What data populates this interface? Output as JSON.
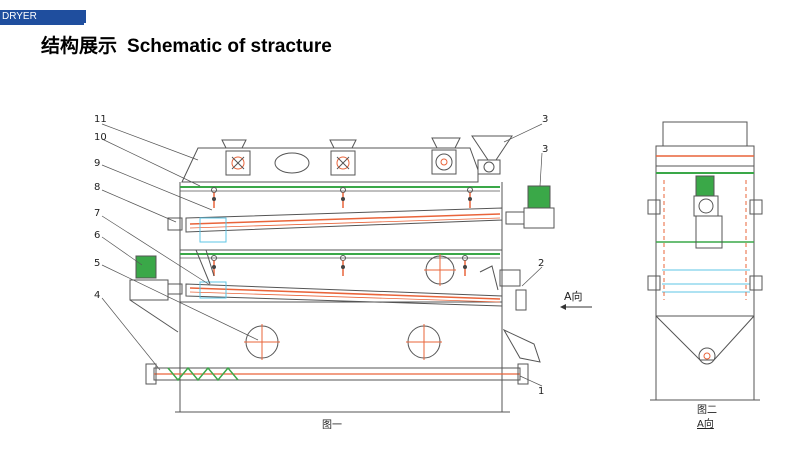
{
  "header": {
    "tag": "DRYER",
    "title_cn": "结构展示",
    "title_en": "Schematic of stracture"
  },
  "figure1": {
    "caption": "图一",
    "view_label": "A向",
    "callouts": [
      "1",
      "2",
      "3",
      "3",
      "4",
      "5",
      "6",
      "7",
      "8",
      "9",
      "10",
      "11"
    ]
  },
  "figure2": {
    "caption": "图二",
    "view_label": "A向"
  },
  "colors": {
    "frame": "#555555",
    "green": "#3aa848",
    "orange": "#e9643a",
    "cyan": "#5ec6e6",
    "brand": "#1f4e9e"
  }
}
